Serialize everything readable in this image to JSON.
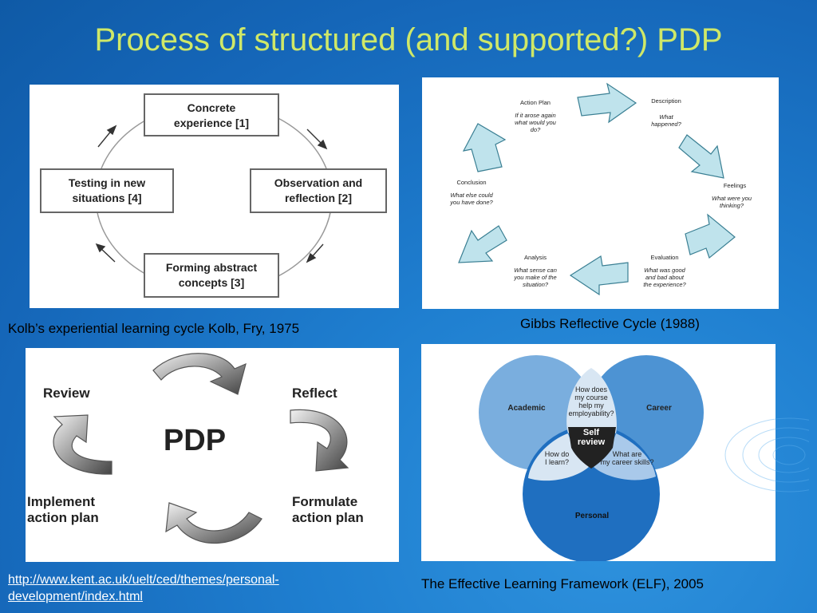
{
  "title": "Process of structured (and supported?) PDP",
  "kolb": {
    "concrete_1": "Concrete",
    "concrete_2": "experience [1]",
    "observation_1": "Observation and",
    "observation_2": "reflection [2]",
    "abstract_1": "Forming abstract",
    "abstract_2": "concepts [3]",
    "testing_1": "Testing in new",
    "testing_2": "situations [4]",
    "caption": "Kolb’s experiential learning cycle Kolb, Fry, 1975"
  },
  "gibbs": {
    "description": "Description",
    "description_q1": "What",
    "description_q2": "happened?",
    "feelings": "Feelings",
    "feelings_q1": "What were you",
    "feelings_q2": "thinking?",
    "evaluation": "Evaluation",
    "evaluation_q1": "What was good",
    "evaluation_q2": "and bad about",
    "evaluation_q3": "the experience?",
    "analysis": "Analysis",
    "analysis_q1": "What sense can",
    "analysis_q2": "you make of the",
    "analysis_q3": "situation?",
    "conclusion": "Conclusion",
    "conclusion_q1": "What else could",
    "conclusion_q2": "you have done?",
    "action_plan": "Action Plan",
    "action_q1": "If it arose again",
    "action_q2": "what would you",
    "action_q3": "do?",
    "caption": "Gibbs Reflective Cycle (1988)"
  },
  "pdp": {
    "center": "PDP",
    "review": "Review",
    "reflect": "Reflect",
    "implement_1": "Implement",
    "implement_2": "action plan",
    "formulate_1": "Formulate",
    "formulate_2": "action plan",
    "link": "http://www.kent.ac.uk/uelt/ced/themes/personal-development/index.html"
  },
  "elf": {
    "academic": "Academic",
    "career": "Career",
    "personal": "Personal",
    "q_top_1": "How does",
    "q_top_2": "my course",
    "q_top_3": "help my",
    "q_top_4": "employability?",
    "q_left_1": "How do",
    "q_left_2": "I learn?",
    "q_right_1": "What are",
    "q_right_2": "my career skills?",
    "center_1": "Self",
    "center_2": "review",
    "caption": "The Effective Learning  Framework (ELF), 2005"
  },
  "colors": {
    "title": "#cfe868",
    "gibbs_arrow_fill": "#bfe3ec",
    "elf_academic": "#7aaede",
    "elf_career": "#4d93d3",
    "elf_personal": "#1f6fc0"
  }
}
